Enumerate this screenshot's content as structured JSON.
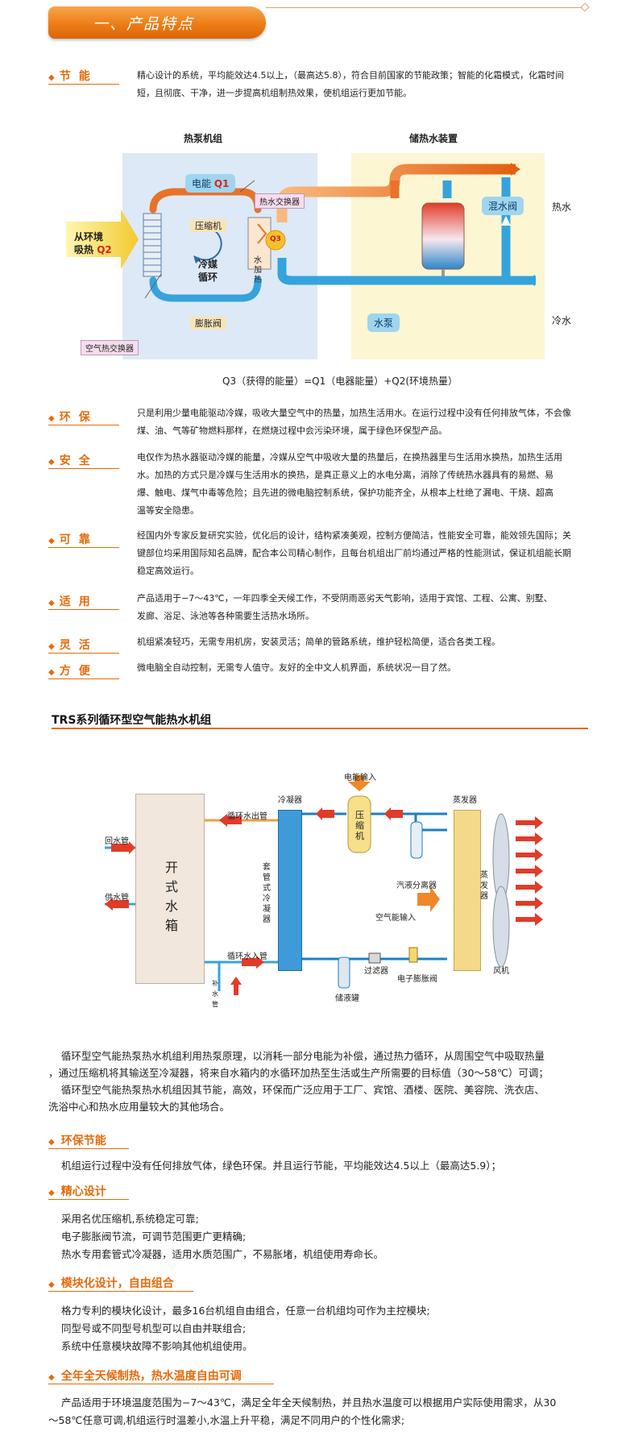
{
  "header": {
    "title": "一、产品特点"
  },
  "features": [
    {
      "label": "节能",
      "lines": [
        "精心设计的系统，平均能效达4.5以上，（最高达5.8），符合目前国家的节能政策；智能的化霜模式，化霜时间",
        "短，且彻底、干净，进一步提高机组制热效果，使机组运行更加节能。"
      ]
    },
    {
      "label": "环保",
      "lines": [
        "只是利用少量电能驱动冷媒，吸收大量空气中的热量，加热生活用水。在运行过程中没有任何排放气体，不会像",
        "煤、油、气等矿物燃料那样，在燃烧过程中会污染环境，属于绿色环保型产品。"
      ]
    },
    {
      "label": "安全",
      "lines": [
        "电仅作为热水器驱动冷媒的能量，冷媒从空气中吸收大量的热量后，在换热器里与生活用水换热，加热生活用",
        "水。加热的方式只是冷媒与生活用水的换热，是真正意义上的水电分离，消除了传统热水器具有的易燃、易",
        "爆、触电、煤气中毒等危险；且先进的微电脑控制系统，保护功能齐全，从根本上杜绝了漏电、干烧、超高",
        "温等安全隐患。"
      ]
    },
    {
      "label": "可靠",
      "lines": [
        "经国内外专家反复研究实验，优化后的设计，结构紧凑美观，控制方便简洁，性能安全可靠，能效领先国际；关",
        "键部位均采用国际知名品牌，配合本公司精心制作，且每台机组出厂前均通过严格的性能测试，保证机组能长期",
        "稳定高效运行。"
      ]
    },
    {
      "label": "适用",
      "lines": [
        "产品适用于−7～43℃，一年四季全天候工作，不受阴雨恶劣天气影响，适用于宾馆、工程、公寓、别墅、",
        "发廊、浴足、泳池等各种需要生活热水场所。"
      ]
    },
    {
      "label": "灵活",
      "lines": [
        "机组紧凑轻巧，无需专用机房，安装灵活；简单的管路系统，维护轻松简便，适合各类工程。"
      ]
    },
    {
      "label": "方便",
      "lines": [
        "微电脑全自动控制，无需专人值守。友好的全中文人机界面，系统状况一目了然。"
      ]
    }
  ],
  "diagram1": {
    "left_title": "热泵机组",
    "right_title": "储热水装置",
    "elec": "电能",
    "q1": "Q1",
    "env_line1": "从环境",
    "env_line2": "吸热",
    "q2": "Q2",
    "compressor": "压缩机",
    "refrigerant_line1": "冷媒",
    "refrigerant_line2": "循环",
    "expansion": "膨胀阀",
    "water_hx": "热水交换器",
    "air_hx": "空气热交换器",
    "water_heat": "水加热",
    "q3": "Q3",
    "mix_valve": "混水阀",
    "hot_water": "热水",
    "cold_water": "冷水",
    "pump": "水泵",
    "formula": "Q3（获得的能量）=Q1（电器能量）+Q2(环境热量）"
  },
  "section2": {
    "title": "TRS系列循环型空气能热水机组"
  },
  "diagram2": {
    "tank": "开式水箱",
    "return_pipe": "回水管",
    "supply_pipe": "供水管",
    "cycle_out": "循环水出管",
    "cycle_in": "循环水入管",
    "refill": "补水管",
    "condenser": "冷凝器",
    "tube_condenser": "套管式冷凝器",
    "power_input": "电能输入",
    "compressor": "压缩机",
    "gas_liquid": "汽液分离器",
    "air_input": "空气能输入",
    "filter": "过滤器",
    "expansion": "电子膨胀阀",
    "receiver": "储液罐",
    "evaporator_title": "蒸发器",
    "evaporator": "蒸发器",
    "fan": "风机"
  },
  "intro": [
    "    循环型空气能热泵热水机组利用热泵原理，以消耗一部分电能为补偿，通过热力循环，从周围空气中吸取热量",
    "，通过压缩机将其输送至冷凝器，将来自水箱内的水循环加热至生活或生产所需要的目标值（30～58℃）可调；",
    "    循环型空气能热泵热水机组因其节能，高效，环保而广泛应用于工厂、宾馆、酒楼、医院、美容院、洗衣店、",
    "洗浴中心和热水应用量较大的其他场合。"
  ],
  "sections": [
    {
      "title": "环保节能",
      "lines": [
        "机组运行过程中没有任何排放气体，绿色环保。并且运行节能，平均能效达4.5以上（最高达5.9）；"
      ]
    },
    {
      "title": "精心设计",
      "lines": [
        "采用名优压缩机,系统稳定可靠;",
        "电子膨胀阀节流，可调节范围更广更精确;",
        "热水专用套管式冷凝器，适用水质范围广，不易胀堵，机组使用寿命长。"
      ]
    },
    {
      "title": "模块化设计，自由组合",
      "lines": [
        "格力专利的模块化设计，最多16台机组自由组合，任意一台机组均可作为主控模块;",
        "同型号或不同型号机型可以自由并联组合;",
        "系统中任意模块故障不影响其他机组使用。"
      ]
    },
    {
      "title": "全年全天候制热，热水温度自由可调",
      "lines": [
        "产品适用于环境温度范围为−7～43℃，满足全年全天候制热，并且热水温度可以根据用户实际使用需求，从30",
        "～58℃任意可调,机组运行时温差小,水温上升平稳，满足不同用户的个性化需求;"
      ]
    }
  ],
  "colors": {
    "accent": "#e46b0c",
    "pipe_hot": "#e8722a",
    "pipe_cold": "#36a3dc"
  }
}
